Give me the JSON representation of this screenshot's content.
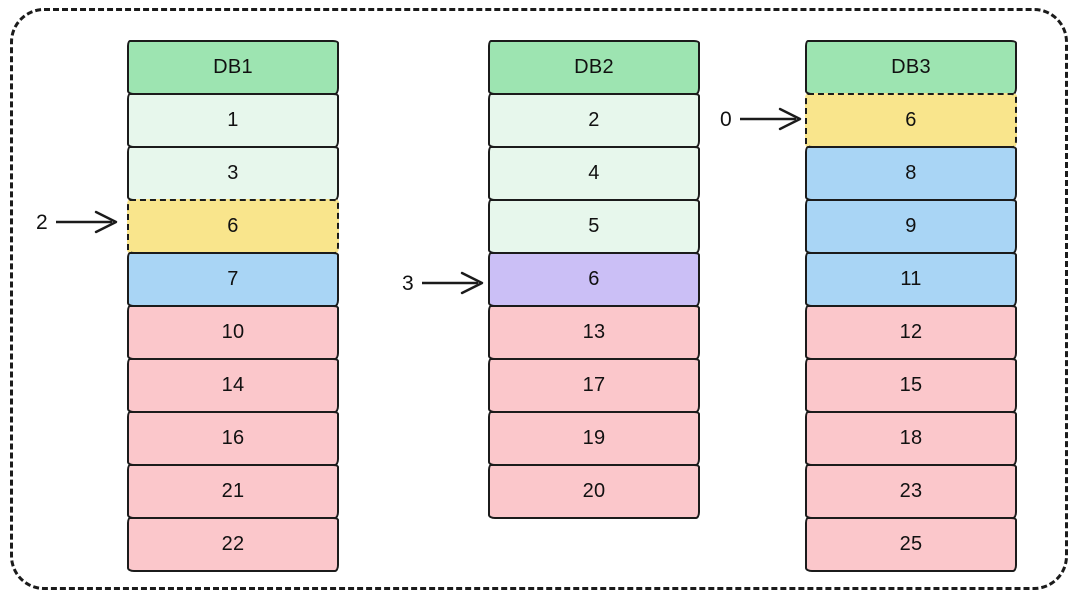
{
  "diagram": {
    "colors": {
      "stroke": "#1b1b1b",
      "header": "#9de4b1",
      "light-green": "#e7f7ec",
      "yellow": "#f9e58c",
      "blue": "#a9d5f5",
      "purple": "#cbbff6",
      "pink": "#fbc7cb"
    },
    "columns": [
      {
        "title": "DB1",
        "cells": [
          {
            "value": "1",
            "color": "light-green",
            "dashed": false
          },
          {
            "value": "3",
            "color": "light-green",
            "dashed": false
          },
          {
            "value": "6",
            "color": "yellow",
            "dashed": true
          },
          {
            "value": "7",
            "color": "blue",
            "dashed": false
          },
          {
            "value": "10",
            "color": "pink",
            "dashed": false
          },
          {
            "value": "14",
            "color": "pink",
            "dashed": false
          },
          {
            "value": "16",
            "color": "pink",
            "dashed": false
          },
          {
            "value": "21",
            "color": "pink",
            "dashed": false
          },
          {
            "value": "22",
            "color": "pink",
            "dashed": false
          }
        ]
      },
      {
        "title": "DB2",
        "cells": [
          {
            "value": "2",
            "color": "light-green",
            "dashed": false
          },
          {
            "value": "4",
            "color": "light-green",
            "dashed": false
          },
          {
            "value": "5",
            "color": "light-green",
            "dashed": false
          },
          {
            "value": "6",
            "color": "purple",
            "dashed": false
          },
          {
            "value": "13",
            "color": "pink",
            "dashed": false
          },
          {
            "value": "17",
            "color": "pink",
            "dashed": false
          },
          {
            "value": "19",
            "color": "pink",
            "dashed": false
          },
          {
            "value": "20",
            "color": "pink",
            "dashed": false
          }
        ]
      },
      {
        "title": "DB3",
        "cells": [
          {
            "value": "6",
            "color": "yellow",
            "dashed": true
          },
          {
            "value": "8",
            "color": "blue",
            "dashed": false
          },
          {
            "value": "9",
            "color": "blue",
            "dashed": false
          },
          {
            "value": "11",
            "color": "blue",
            "dashed": false
          },
          {
            "value": "12",
            "color": "pink",
            "dashed": false
          },
          {
            "value": "15",
            "color": "pink",
            "dashed": false
          },
          {
            "value": "18",
            "color": "pink",
            "dashed": false
          },
          {
            "value": "23",
            "color": "pink",
            "dashed": false
          },
          {
            "value": "25",
            "color": "pink",
            "dashed": false
          }
        ]
      }
    ],
    "pointers": [
      {
        "label": "2",
        "target_column": "DB1",
        "target_cell": "6"
      },
      {
        "label": "3",
        "target_column": "DB2",
        "target_cell": "6"
      },
      {
        "label": "0",
        "target_column": "DB3",
        "target_cell": "6"
      }
    ]
  }
}
